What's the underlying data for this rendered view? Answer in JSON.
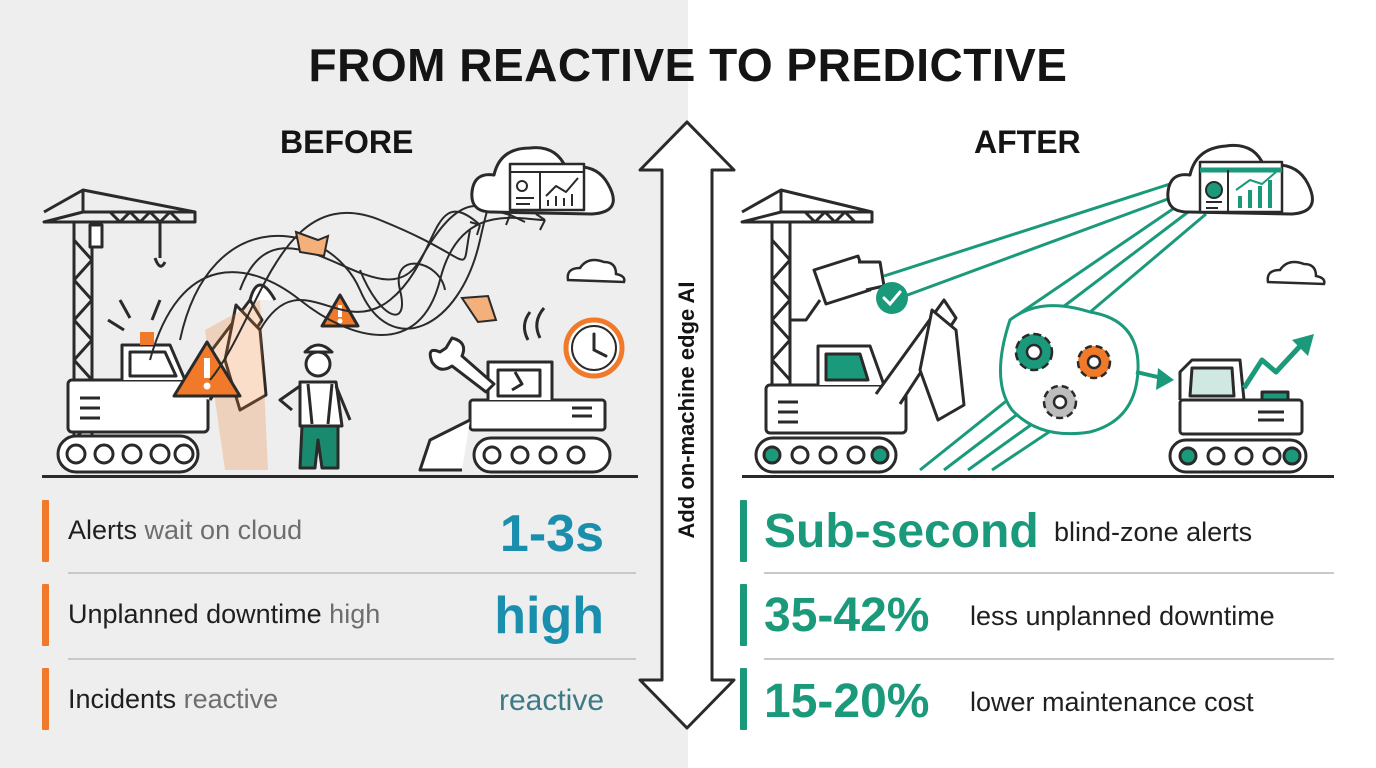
{
  "title": "FROM REACTIVE TO PREDICTIVE",
  "before_heading": "BEFORE",
  "after_heading": "AFTER",
  "center_label": "Add on-machine edge AI",
  "before": {
    "rows": [
      {
        "strong": "Alerts",
        "soft": " wait on cloud",
        "value": "1-3s"
      },
      {
        "strong": "Unplanned downtime",
        "soft": " high",
        "value": "high"
      },
      {
        "strong": "Incidents",
        "soft": " reactive",
        "value": "reactive"
      }
    ]
  },
  "after": {
    "rows": [
      {
        "big": "Sub-second",
        "small": "blind-zone alerts"
      },
      {
        "big": "35-42%",
        "small": "less unplanned downtime"
      },
      {
        "big": "15-20%",
        "small": "lower maintenance cost"
      }
    ]
  },
  "colors": {
    "warning": "#f07a2a",
    "before_value": "#1a8fad",
    "after_accent": "#1a9a7a"
  },
  "icons": {
    "before": [
      "tower-crane-icon",
      "excavator-icon",
      "warning-triangle-icon",
      "worker-icon",
      "cloud-dashboard-icon",
      "broken-excavator-icon",
      "wrench-icon",
      "clock-icon"
    ],
    "after": [
      "tower-crane-icon",
      "camera-icon",
      "check-icon",
      "excavator-icon",
      "cloud-dashboard-icon",
      "gears-icon",
      "trend-arrow-icon",
      "truck-icon"
    ]
  }
}
